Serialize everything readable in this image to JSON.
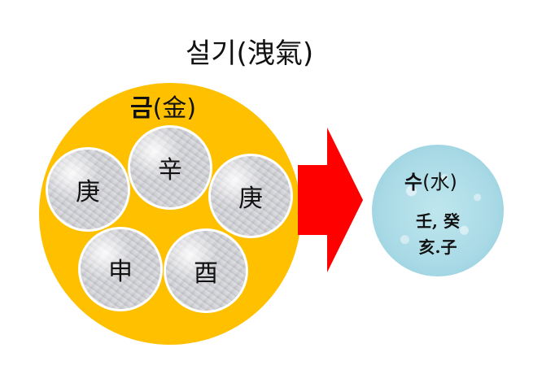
{
  "title": "설기(洩氣)",
  "metal": {
    "label_ko": "금",
    "label_han": "(金)",
    "color": "#ffc000",
    "items": [
      "辛",
      "庚",
      "庚",
      "申",
      "酉"
    ]
  },
  "arrow": {
    "color": "#ff0000",
    "icon": "right-arrow-icon"
  },
  "water": {
    "label_ko": "수",
    "label_han": "(水)",
    "line1": "壬, 癸",
    "line2": "亥.子",
    "color": "#a9dae6"
  }
}
